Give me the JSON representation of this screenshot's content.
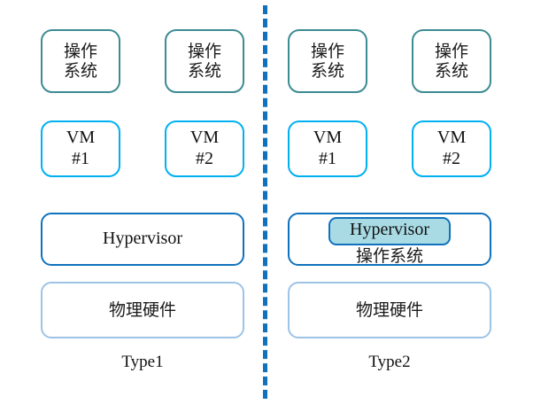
{
  "diagram": {
    "title_left": "Type1",
    "title_right": "Type2",
    "colors": {
      "os_border": "#3d8b93",
      "vm_border": "#00b0f0",
      "hypervisor_border": "#1072bd",
      "hardware_border": "#9dc3e6",
      "hypervisor_badge_fill": "#a8dbe4",
      "divider": "#1072bd",
      "background": "#ffffff"
    },
    "divider": {
      "style": "dashed-vertical"
    },
    "type1": {
      "label": "Type1",
      "guest_os": [
        {
          "line1": "操作",
          "line2": "系统"
        },
        {
          "line1": "操作",
          "line2": "系统"
        }
      ],
      "vms": [
        {
          "line1": "VM",
          "line2": "#1"
        },
        {
          "line1": "VM",
          "line2": "#2"
        }
      ],
      "hypervisor": {
        "label": "Hypervisor"
      },
      "hardware": {
        "label": "物理硬件"
      }
    },
    "type2": {
      "label": "Type2",
      "guest_os": [
        {
          "line1": "操作",
          "line2": "系统"
        },
        {
          "line1": "操作",
          "line2": "系统"
        }
      ],
      "vms": [
        {
          "line1": "VM",
          "line2": "#1"
        },
        {
          "line1": "VM",
          "line2": "#2"
        }
      ],
      "hypervisor": {
        "badge_label": "Hypervisor",
        "host_os_label": "操作系统"
      },
      "hardware": {
        "label": "物理硬件"
      }
    }
  }
}
